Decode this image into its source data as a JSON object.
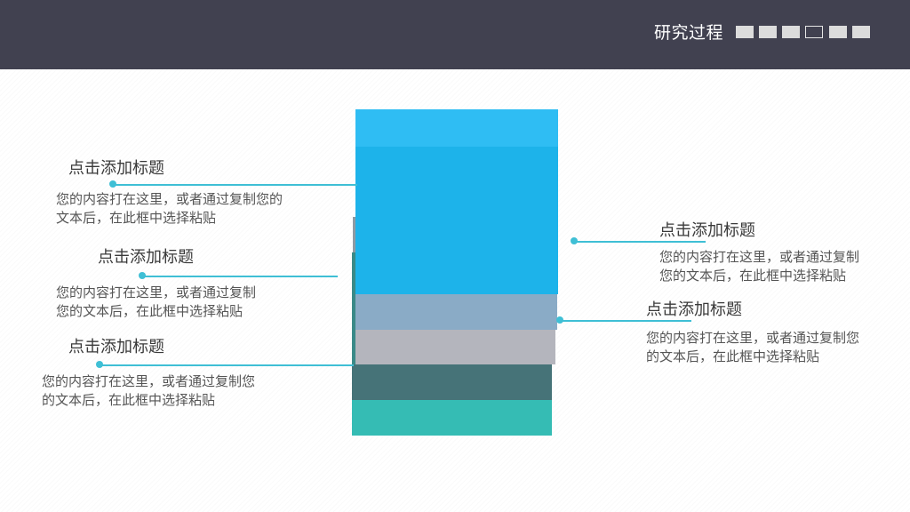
{
  "header": {
    "title": "研究过程",
    "bg_color": "#414150",
    "progress": {
      "total": 6,
      "active_index": 4
    }
  },
  "accent_color": "#3fbfd5",
  "stack_colors": [
    "#29b6f6",
    "#1db3ea",
    "#8aabc6",
    "#b4b5bd",
    "#467378",
    "#35bcb4",
    "#3a8a88"
  ],
  "items": [
    {
      "title": "点击添加标题",
      "desc": "您的内容打在这里，或者通过复制您的\n文本后，在此框中选择粘贴"
    },
    {
      "title": "点击添加标题",
      "desc": "您的内容打在这里，或者通过复制\n您的文本后，在此框中选择粘贴"
    },
    {
      "title": "点击添加标题",
      "desc": "您的内容打在这里，或者通过复制您\n的文本后，在此框中选择粘贴"
    },
    {
      "title": "点击添加标题",
      "desc": "您的内容打在这里，或者通过复制\n您的文本后，在此框中选择粘贴"
    },
    {
      "title": "点击添加标题",
      "desc": "您的内容打在这里，或者通过复制您\n的文本后，在此框中选择粘贴"
    }
  ]
}
